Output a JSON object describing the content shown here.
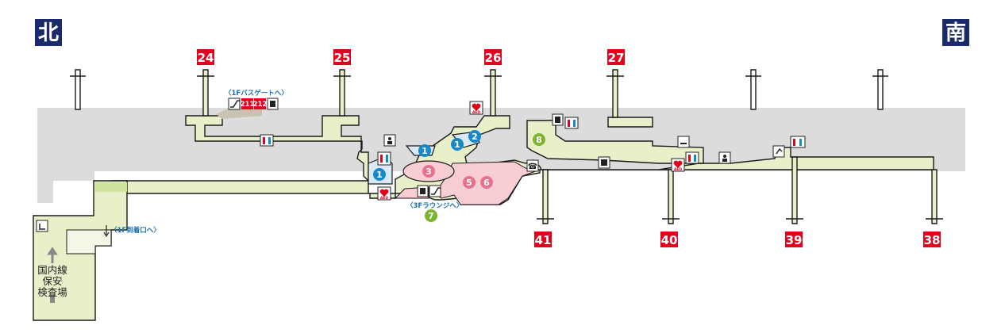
{
  "directions": {
    "north": "北",
    "south": "南"
  },
  "gates_top": [
    "24",
    "25",
    "26",
    "27"
  ],
  "gates_bottom": [
    "41",
    "40",
    "39",
    "38"
  ],
  "notes": {
    "bus_gate": "〈1Fバスゲートへ〉",
    "lounge": "〈3Fラウンジへ〉",
    "arrival": "〈1F到着口へ〉"
  },
  "bus_gates": [
    "211",
    "212"
  ],
  "security": {
    "line1": "国内線",
    "line2": "保安",
    "line3": "検査場"
  },
  "shop_markers": [
    {
      "label": "1",
      "type": "shop"
    },
    {
      "label": "1",
      "type": "shop"
    },
    {
      "label": "1",
      "type": "shop"
    },
    {
      "label": "2",
      "type": "shop"
    },
    {
      "label": "3",
      "type": "restaurant"
    },
    {
      "label": "5",
      "type": "restaurant"
    },
    {
      "label": "6",
      "type": "restaurant"
    },
    {
      "label": "7",
      "type": "lounge"
    },
    {
      "label": "8",
      "type": "service"
    }
  ],
  "aed_text": "AED",
  "colors": {
    "gate": "#e2001d",
    "direction": "#1b2a6b",
    "concourse": "#e8f0c9",
    "apron": "#dcdcdc",
    "shop": "#1589c9",
    "restaurant": "#e8718a",
    "restaurant_zone": "#f9cdd4",
    "service": "#7ab530"
  },
  "icons": [
    "restroom-icon",
    "escalator-icon",
    "elevator-icon",
    "aed-icon",
    "nursing-room-icon",
    "phone-icon",
    "smoking-icon",
    "prayer-room-icon",
    "locker-icon",
    "security-exit-icon"
  ]
}
